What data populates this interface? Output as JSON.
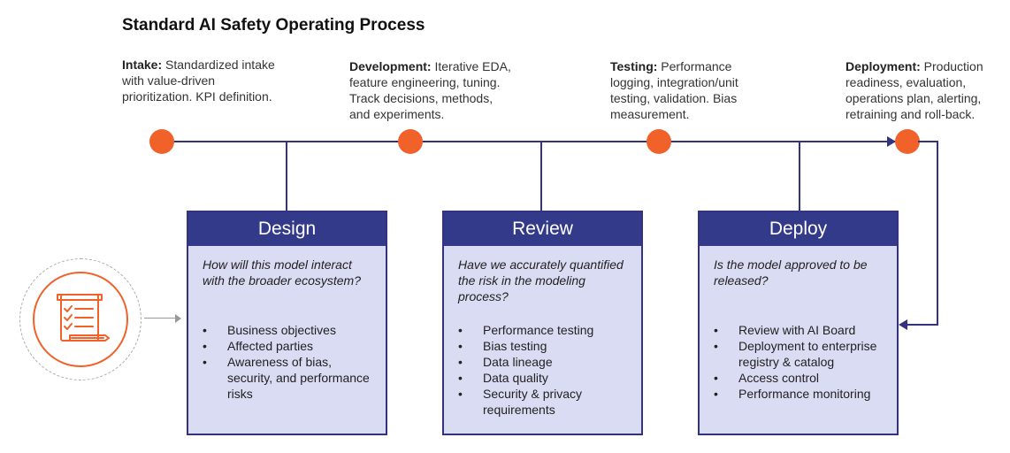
{
  "title": "Standard AI Safety Operating Process",
  "stages": [
    {
      "label": "Intake:",
      "text": " Standardized intake with value-driven prioritization. KPI definition."
    },
    {
      "label": "Development:",
      "text": " Iterative EDA, feature engineering, tuning. Track decisions, methods, and experiments."
    },
    {
      "label": "Testing:",
      "text": " Performance logging, integration/unit testing, validation. Bias measurement."
    },
    {
      "label": "Deployment:",
      "text": " Production readiness, evaluation, operations plan, alerting, retraining and roll-back."
    }
  ],
  "boxes": [
    {
      "title": "Design",
      "question": "How will this model interact with the broader ecosystem?",
      "items": [
        "Business objectives",
        "Affected parties",
        "Awareness of bias, security, and performance risks"
      ]
    },
    {
      "title": "Review",
      "question": "Have we accurately quantified the risk in the modeling process?",
      "items": [
        "Performance testing",
        "Bias testing",
        "Data lineage",
        "Data quality",
        "Security & privacy requirements"
      ]
    },
    {
      "title": "Deploy",
      "question": "Is the model approved to be released?",
      "items": [
        "Review with AI Board",
        "Deployment to enterprise registry & catalog",
        "Access control",
        "Performance monitoring"
      ]
    }
  ],
  "colors": {
    "accent": "#f0622a",
    "navy": "#333a8a",
    "box_fill": "#d9dcf2"
  },
  "icons": {
    "document": "checklist-document-icon"
  }
}
